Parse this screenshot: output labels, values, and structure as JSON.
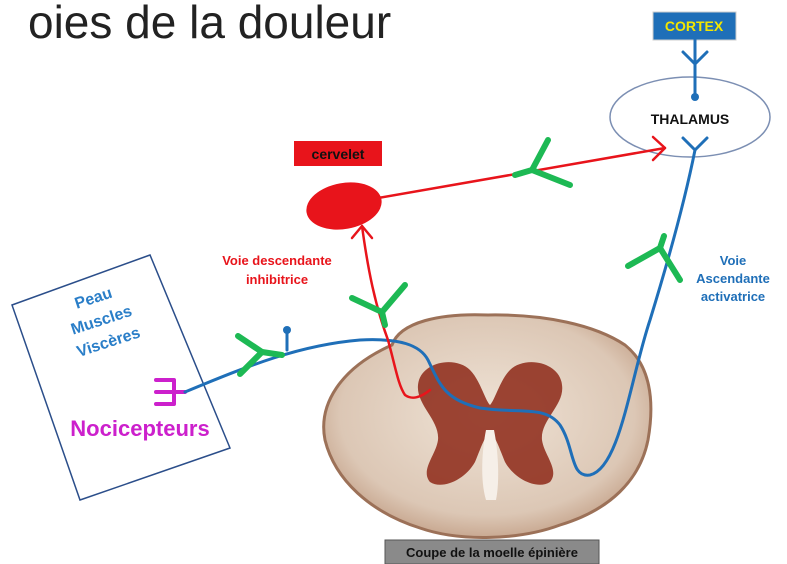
{
  "title": "oies de la douleur",
  "colors": {
    "ascending": "#1f6fb8",
    "descending": "#e8141b",
    "synapse": "#1db954",
    "nociceptor": "#cc20cc",
    "cortex_box": "#1f6fb8",
    "cortex_text": "#f3e600",
    "cervelet_box": "#e8141b"
  },
  "labels": {
    "cortex": "CORTEX",
    "thalamus": "THALAMUS",
    "cervelet": "cervelet",
    "voie_descendante": [
      "Voie descendante",
      "inhibitrice"
    ],
    "voie_ascendante": [
      "Voie",
      "Ascendante",
      "activatrice"
    ],
    "tissue": [
      "Peau",
      "Muscles",
      "Viscères"
    ],
    "nocicepteurs": "Nocicepteurs",
    "caption": "Coupe de la moelle épinière"
  },
  "icons": {
    "nociceptor": "nociceptor-receptor-icon",
    "synapse": "synapse-icon"
  }
}
